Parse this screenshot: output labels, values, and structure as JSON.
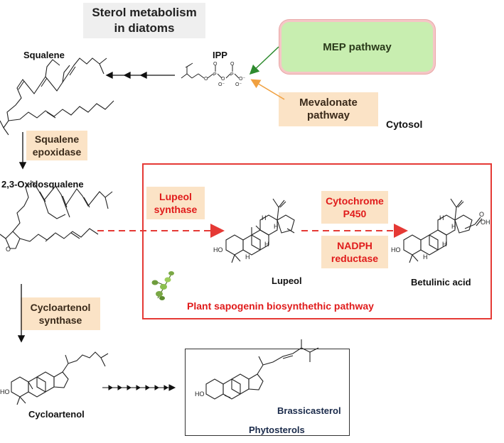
{
  "title": {
    "line1": "Sterol metabolism",
    "line2": "in diatoms"
  },
  "labels": {
    "squalene": "Squalene",
    "ipp": "IPP",
    "cytosol": "Cytosol",
    "oxidosqualene": "2,3-Oxidosqualene",
    "lupeol": "Lupeol",
    "betulinic": "Betulinic acid",
    "cycloartenol": "Cycloartenol",
    "brassicasterol": "Brassicasterol",
    "phytosterols": "Phytosterols",
    "plant_pathway": "Plant sapogenin biosynthethic pathway"
  },
  "pathways": {
    "mep": "MEP pathway",
    "mevalonate_1": "Mevalonate",
    "mevalonate_2": "pathway"
  },
  "enzymes": {
    "squalene_epoxidase_1": "Squalene",
    "squalene_epoxidase_2": "epoxidase",
    "lupeol_synthase_1": "Lupeol",
    "lupeol_synthase_2": "synthase",
    "cyp_1": "Cytochrome",
    "cyp_2": "P450",
    "nadph_1": "NADPH",
    "nadph_2": "reductase",
    "cycloartenol_synthase_1": "Cycloartenol",
    "cycloartenol_synthase_2": "synthase"
  },
  "chem_labels": {
    "ho": "HO",
    "oh": "OH",
    "h": "H",
    "o": "O",
    "o_minus": "O⁻"
  },
  "colors": {
    "red": "#e01b1b",
    "peach": "#fbe3c6",
    "mep_fill": "#c8eeb0",
    "green_arrow": "#2e8b2e",
    "orange_arrow": "#f0a040"
  }
}
